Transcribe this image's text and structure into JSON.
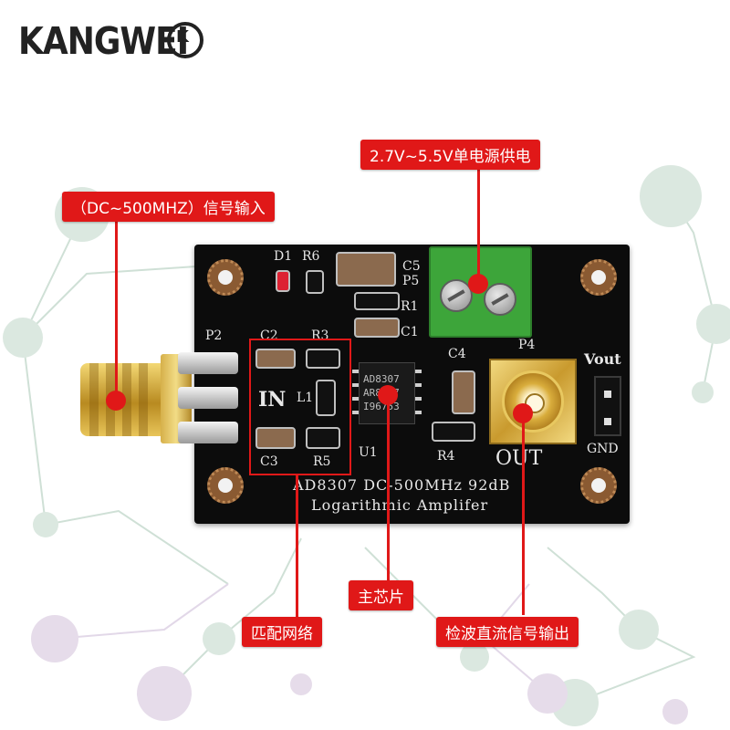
{
  "brand": {
    "name": "KANGWEI",
    "mark": "K"
  },
  "callouts": {
    "input": "（DC~500MHZ）信号输入",
    "power": "2.7V~5.5V单电源供电",
    "chip": "主芯片",
    "matching": "匹配网络",
    "output": "检波直流信号输出"
  },
  "board": {
    "line1": "AD8307  DC-500MHz  92dB",
    "line2": "Logarithmic  Amplifer",
    "labels": {
      "d1": "D1",
      "r6": "R6",
      "c5": "C5",
      "p5": "P5",
      "r1": "R1",
      "c1": "C1",
      "p2": "P2",
      "c2": "C2",
      "r3": "R3",
      "in": "IN",
      "l1": "L1",
      "c3": "C3",
      "r5": "R5",
      "u1": "U1",
      "c4": "C4",
      "r4": "R4",
      "p4": "P4",
      "vout": "Vout",
      "out": "OUT",
      "gnd": "GND"
    },
    "chip_text": [
      "AD8307",
      "AR8307",
      "I96753"
    ]
  },
  "colors": {
    "callout_red": "#e01818",
    "pcb_black": "#0c0c0c",
    "terminal_green": "#3da53a",
    "gold": "#d4a93a"
  }
}
